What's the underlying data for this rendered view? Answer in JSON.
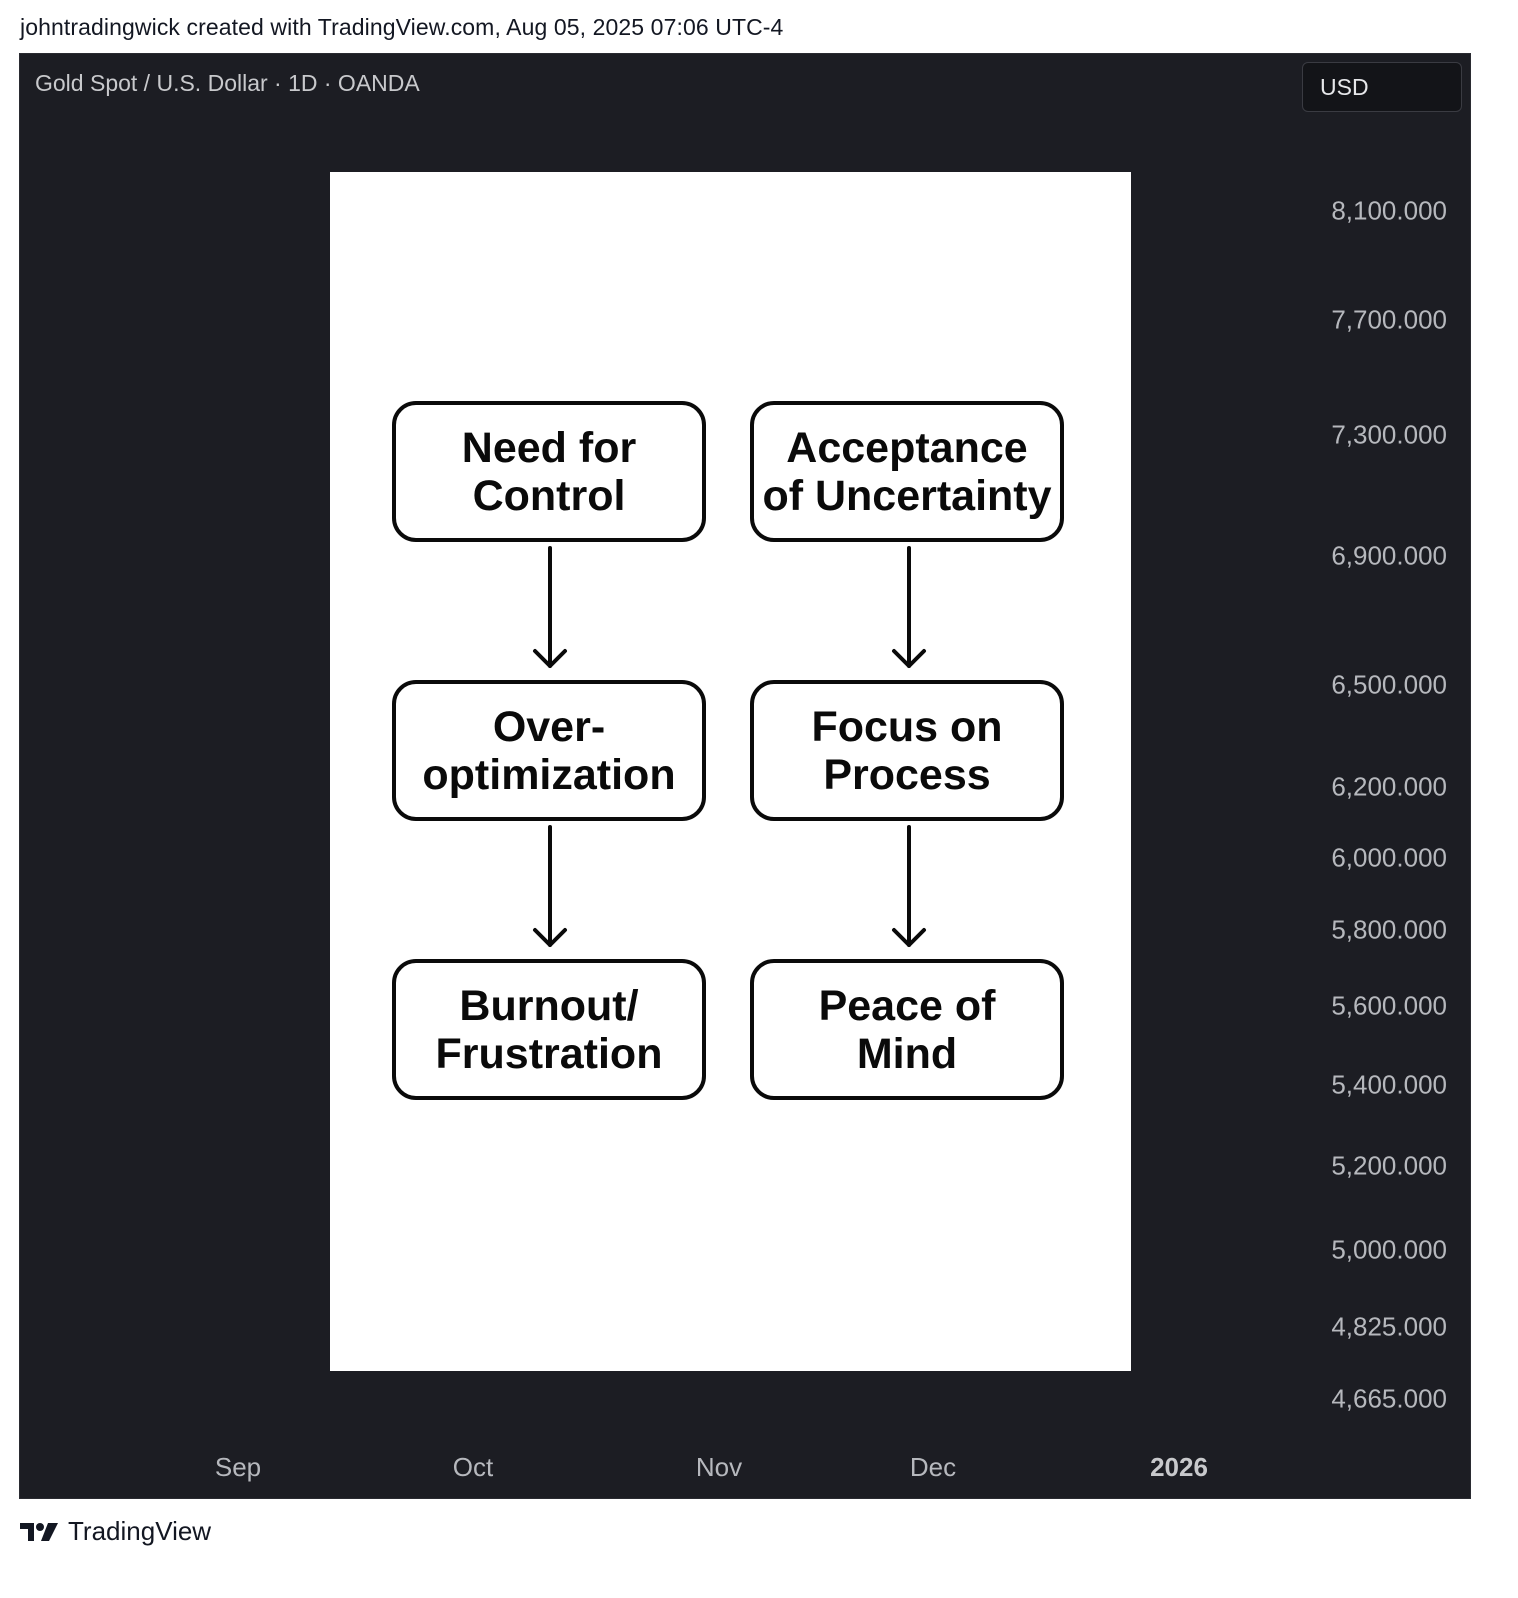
{
  "header": {
    "attribution": "johntradingwick created with TradingView.com, Aug 05, 2025 07:06 UTC-4"
  },
  "chart": {
    "symbol_title": "Gold Spot / U.S. Dollar · 1D · OANDA",
    "currency": "USD",
    "price_labels": [
      "8,100.000",
      "7,700.000",
      "7,300.000",
      "6,900.000",
      "6,500.000",
      "6,200.000",
      "6,000.000",
      "5,800.000",
      "5,600.000",
      "5,400.000",
      "5,200.000",
      "5,000.000",
      "4,825.000",
      "4,665.000"
    ],
    "time_labels": [
      "Sep",
      "Oct",
      "Nov",
      "Dec",
      "2026"
    ]
  },
  "overlay": {
    "boxes": {
      "need_for_control": "Need for\nControl",
      "over_optimization": "Over-\noptimization",
      "burnout": "Burnout/\nFrustration",
      "acceptance": "Acceptance\nof Uncertainty",
      "focus": "Focus on\nProcess",
      "peace": "Peace of\nMind"
    }
  },
  "footer": {
    "brand": "TradingView",
    "logo_icon": "tradingview-logo-icon"
  }
}
